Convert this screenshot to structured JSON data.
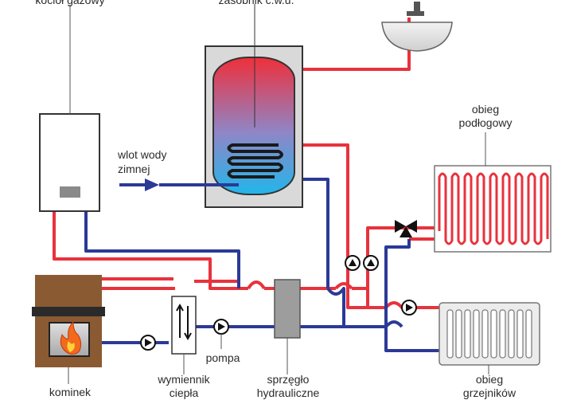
{
  "labels": {
    "boiler": "kocioł gazowy",
    "tank": "zasobnik c.w.u.",
    "floor_circuit_1": "obieg",
    "floor_circuit_2": "podłogowy",
    "cold_inlet_1": "wlot wody",
    "cold_inlet_2": "zimnej",
    "pump": "pompa",
    "exchanger_1": "wymiennik",
    "exchanger_2": "ciepła",
    "coupling_1": "sprzęgło",
    "coupling_2": "hydrauliczne",
    "fireplace": "kominek",
    "radiator_circuit_1": "obieg",
    "radiator_circuit_2": "grzejników"
  },
  "colors": {
    "hot": "#e8323c",
    "cold": "#2b3a97",
    "device_gray": "#d3d3d3",
    "outline": "#333333",
    "fireplace_brown": "#8a5a33",
    "flame": "#f26a1b"
  }
}
